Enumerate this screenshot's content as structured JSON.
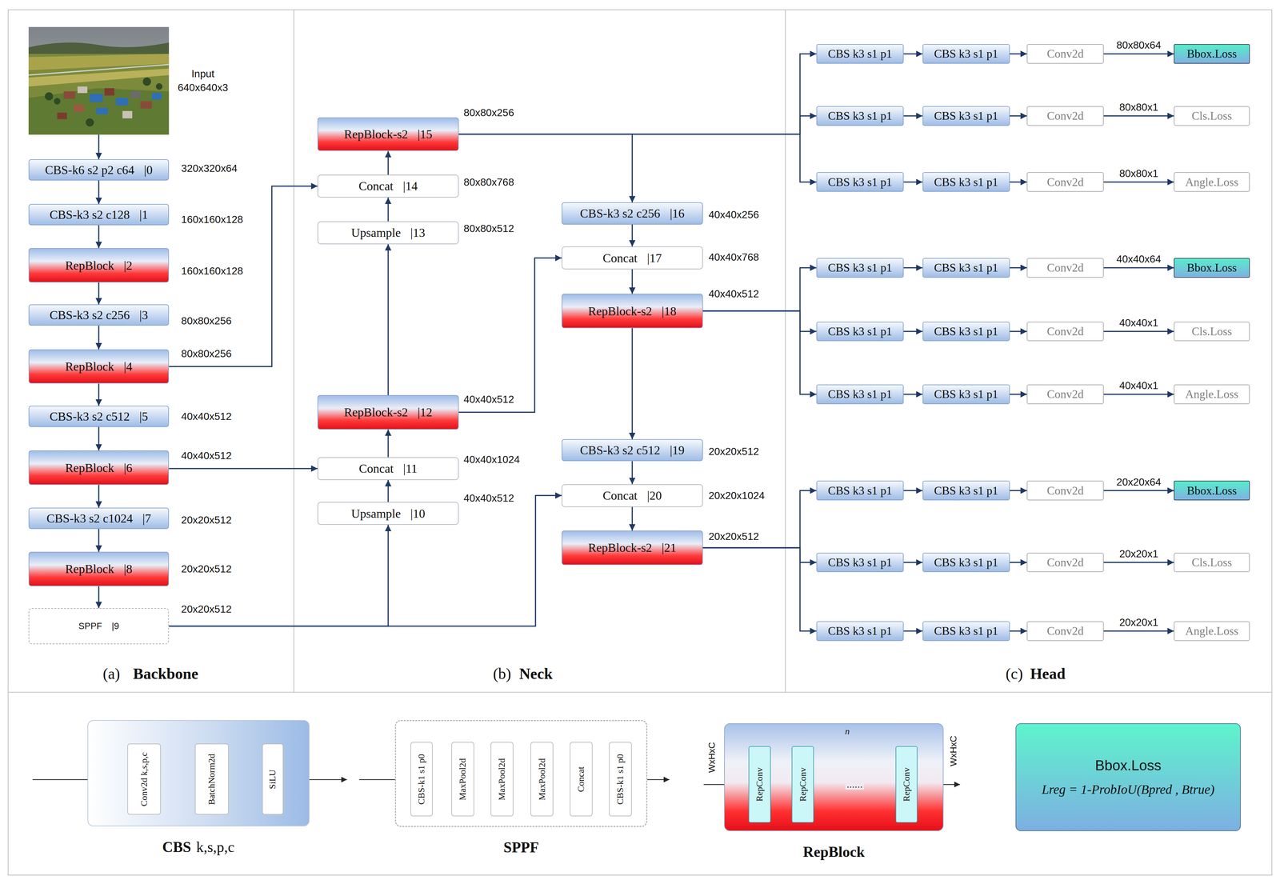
{
  "diagram": {
    "nodes": [
      {
        "text": [
          "Input 640x640x3"
        ]
      },
      {
        "text": [
          "CBS-k6 s2 p2 c64",
          "|0"
        ]
      },
      {
        "text": [
          "CBS-k3 s2 c128",
          "|1"
        ]
      },
      {
        "text": [
          "RepBlock",
          "|2"
        ]
      },
      {
        "text": [
          "CBS-k3 s2 c256",
          "|3"
        ]
      },
      {
        "text": [
          "RepBlock",
          "|4"
        ]
      },
      {
        "text": [
          "CBS-k3 s2 c512",
          "|5"
        ]
      },
      {
        "text": [
          "RepBlock",
          "|6"
        ]
      },
      {
        "text": [
          "CBS-k3 s2 c1024",
          "|7"
        ]
      },
      {
        "text": [
          "RepBlock",
          "|8"
        ]
      },
      {
        "text": [
          "SPPF",
          "|9"
        ]
      },
      {
        "text": [
          "Upsample",
          "|10"
        ]
      },
      {
        "text": [
          "Concat",
          "|11"
        ]
      },
      {
        "text": [
          "RepBlock-s2",
          "|12"
        ]
      },
      {
        "text": [
          "Upsample",
          "|13"
        ]
      },
      {
        "text": [
          "Concat",
          "|14"
        ]
      },
      {
        "text": [
          "RepBlock-s2",
          "|15"
        ]
      },
      {
        "text": [
          "CBS-k3 s2 c256",
          "|16"
        ]
      },
      {
        "text": [
          "Concat",
          "|17"
        ]
      },
      {
        "text": [
          "RepBlock-s2",
          "|18"
        ]
      },
      {
        "text": [
          "CBS-k3 s2 c512",
          "|19"
        ]
      },
      {
        "text": [
          "Concat",
          "|20"
        ]
      },
      {
        "text": [
          "RepBlock-s2",
          "|21"
        ]
      },
      {
        "text": [
          "CBS k3 s1 p1"
        ]
      },
      {
        "text": [
          "CBS k3 s1 p1"
        ]
      },
      {
        "text": [
          "Conv2d"
        ]
      },
      {
        "text": [
          "Bbox.Loss"
        ]
      },
      {
        "text": [
          "CBS k3 s1 p1"
        ]
      },
      {
        "text": [
          "CBS k3 s1 p1"
        ]
      },
      {
        "text": [
          "Conv2d"
        ]
      },
      {
        "text": [
          "Cls.Loss"
        ]
      },
      {
        "text": [
          "CBS k3 s1 p1"
        ]
      },
      {
        "text": [
          "CBS k3 s1 p1"
        ]
      },
      {
        "text": [
          "Conv2d"
        ]
      },
      {
        "text": [
          "Angle.Loss"
        ]
      },
      {
        "text": [
          "CBS k3 s1 p1"
        ]
      },
      {
        "text": [
          "CBS k3 s1 p1"
        ]
      },
      {
        "text": [
          "Conv2d"
        ]
      },
      {
        "text": [
          "Bbox.Loss"
        ]
      },
      {
        "text": [
          "CBS k3 s1 p1"
        ]
      },
      {
        "text": [
          "CBS k3 s1 p1"
        ]
      },
      {
        "text": [
          "Conv2d"
        ]
      },
      {
        "text": [
          "Cls.Loss"
        ]
      },
      {
        "text": [
          "CBS k3 s1 p1"
        ]
      },
      {
        "text": [
          "CBS k3 s1 p1"
        ]
      },
      {
        "text": [
          "Conv2d"
        ]
      },
      {
        "text": [
          "Angle.Loss"
        ]
      },
      {
        "text": [
          "CBS k3 s1 p1"
        ]
      },
      {
        "text": [
          "CBS k3 s1 p1"
        ]
      },
      {
        "text": [
          "Conv2d"
        ]
      },
      {
        "text": [
          "Bbox.Loss"
        ]
      },
      {
        "text": [
          "CBS k3 s1 p1"
        ]
      },
      {
        "text": [
          "CBS k3 s1 p1"
        ]
      },
      {
        "text": [
          "Conv2d"
        ]
      },
      {
        "text": [
          "Cls.Loss"
        ]
      },
      {
        "text": [
          "CBS k3 s1 p1"
        ]
      },
      {
        "text": [
          "CBS k3 s1 p1"
        ]
      },
      {
        "text": [
          "Conv2d"
        ]
      },
      {
        "text": [
          "Angle.Loss"
        ]
      },
      {
        "text": [
          "CBS",
          "k,s,p,c"
        ]
      },
      {
        "text": [
          "Conv2d k,s,p,c"
        ],
        "in": 59
      },
      {
        "text": [
          "BatchNorm2d"
        ],
        "in": 59
      },
      {
        "text": [
          "SiLU"
        ],
        "in": 59
      },
      {
        "text": [
          "SPPF"
        ]
      },
      {
        "text": [
          "CBS-k1 s1 p0"
        ],
        "in": 63
      },
      {
        "text": [
          "MaxPool2d"
        ],
        "in": 63
      },
      {
        "text": [
          "MaxPool2d"
        ],
        "in": 63
      },
      {
        "text": [
          "MaxPool2d"
        ],
        "in": 63
      },
      {
        "text": [
          "Concat"
        ],
        "in": 63
      },
      {
        "text": [
          "CBS-k1 s1 p0"
        ],
        "in": 63
      },
      {
        "text": [
          "RepBlock"
        ]
      },
      {
        "text": [
          "RepConv"
        ],
        "in": 70
      },
      {
        "text": [
          "RepConv"
        ],
        "in": 70
      },
      {
        "text": [
          "RepConv"
        ],
        "in": 70
      },
      {
        "text": [
          "Bbox.Loss",
          "Lreg = 1-ProbIoU(Bpred , Btrue)"
        ]
      }
    ],
    "edges": [
      {
        "from": 0,
        "to": 1,
        "arrow": "to"
      },
      {
        "from": 1,
        "to": 2,
        "arrow": "to"
      },
      {
        "from": 2,
        "to": 3,
        "arrow": "to"
      },
      {
        "from": 3,
        "to": 4,
        "arrow": "to"
      },
      {
        "from": 4,
        "to": 5,
        "arrow": "to"
      },
      {
        "from": 5,
        "to": 6,
        "arrow": "to"
      },
      {
        "from": 6,
        "to": 7,
        "arrow": "to"
      },
      {
        "from": 7,
        "to": 8,
        "arrow": "to"
      },
      {
        "from": 8,
        "to": 9,
        "arrow": "to"
      },
      {
        "from": 9,
        "to": 10,
        "arrow": "to"
      },
      {
        "from": 5,
        "to": 15,
        "arrow": "to"
      },
      {
        "from": 7,
        "to": 12,
        "arrow": "to"
      },
      {
        "from": 10,
        "to": 11,
        "arrow": "to"
      },
      {
        "from": 10,
        "to": 21,
        "arrow": "to"
      },
      {
        "from": 11,
        "to": 12,
        "arrow": "to"
      },
      {
        "from": 12,
        "to": 13,
        "arrow": "to"
      },
      {
        "from": 13,
        "to": 14,
        "arrow": "to"
      },
      {
        "from": 14,
        "to": 15,
        "arrow": "to"
      },
      {
        "from": 15,
        "to": 16,
        "arrow": "to"
      },
      {
        "from": 13,
        "to": 18,
        "arrow": "to"
      },
      {
        "from": 16,
        "to": 17,
        "arrow": "to"
      },
      {
        "from": 16,
        "to": 23,
        "arrow": "to"
      },
      {
        "from": 16,
        "to": 27,
        "arrow": "to"
      },
      {
        "from": 16,
        "to": 31,
        "arrow": "to"
      },
      {
        "from": 17,
        "to": 18,
        "arrow": "to"
      },
      {
        "from": 18,
        "to": 19,
        "arrow": "to"
      },
      {
        "from": 19,
        "to": 20,
        "arrow": "to"
      },
      {
        "from": 19,
        "to": 35,
        "arrow": "to"
      },
      {
        "from": 19,
        "to": 39,
        "arrow": "to"
      },
      {
        "from": 19,
        "to": 43,
        "arrow": "to"
      },
      {
        "from": 20,
        "to": 21,
        "arrow": "to"
      },
      {
        "from": 21,
        "to": 22,
        "arrow": "to"
      },
      {
        "from": 22,
        "to": 47,
        "arrow": "to"
      },
      {
        "from": 22,
        "to": 51,
        "arrow": "to"
      },
      {
        "from": 22,
        "to": 55,
        "arrow": "to"
      },
      {
        "from": 23,
        "to": 24,
        "arrow": "to"
      },
      {
        "from": 24,
        "to": 25,
        "arrow": "to"
      },
      {
        "from": 25,
        "to": 26,
        "label": "80x80x64",
        "arrow": "to"
      },
      {
        "from": 27,
        "to": 28,
        "arrow": "to"
      },
      {
        "from": 28,
        "to": 29,
        "arrow": "to"
      },
      {
        "from": 29,
        "to": 30,
        "label": "80x80x1",
        "arrow": "to"
      },
      {
        "from": 31,
        "to": 32,
        "arrow": "to"
      },
      {
        "from": 32,
        "to": 33,
        "arrow": "to"
      },
      {
        "from": 33,
        "to": 34,
        "label": "80x80x1",
        "arrow": "to"
      },
      {
        "from": 35,
        "to": 36,
        "arrow": "to"
      },
      {
        "from": 36,
        "to": 37,
        "arrow": "to"
      },
      {
        "from": 37,
        "to": 38,
        "label": "40x40x64",
        "arrow": "to"
      },
      {
        "from": 39,
        "to": 40,
        "arrow": "to"
      },
      {
        "from": 40,
        "to": 41,
        "arrow": "to"
      },
      {
        "from": 41,
        "to": 42,
        "label": "40x40x1",
        "arrow": "to"
      },
      {
        "from": 43,
        "to": 44,
        "arrow": "to"
      },
      {
        "from": 44,
        "to": 45,
        "arrow": "to"
      },
      {
        "from": 45,
        "to": 46,
        "label": "40x40x1",
        "arrow": "to"
      },
      {
        "from": 47,
        "to": 48,
        "arrow": "to"
      },
      {
        "from": 48,
        "to": 49,
        "arrow": "to"
      },
      {
        "from": 49,
        "to": 50,
        "label": "20x20x64",
        "arrow": "to"
      },
      {
        "from": 51,
        "to": 52,
        "arrow": "to"
      },
      {
        "from": 52,
        "to": 53,
        "arrow": "to"
      },
      {
        "from": 53,
        "to": 54,
        "label": "20x20x1",
        "arrow": "to"
      },
      {
        "from": 55,
        "to": 56,
        "arrow": "to"
      },
      {
        "from": 56,
        "to": 57,
        "arrow": "to"
      },
      {
        "from": 57,
        "to": 58,
        "label": "20x20x1",
        "arrow": "to"
      },
      {
        "from": 60,
        "to": 61,
        "arrow": "to"
      },
      {
        "from": 61,
        "to": 62,
        "arrow": "to"
      },
      {
        "from": 64,
        "to": 65,
        "arrow": "to"
      },
      {
        "from": 65,
        "to": 66,
        "arrow": "to"
      },
      {
        "from": 66,
        "to": 67,
        "arrow": "to"
      },
      {
        "from": 67,
        "to": 68,
        "arrow": "to"
      },
      {
        "from": 68,
        "to": 69,
        "arrow": "to"
      },
      {
        "from": 64,
        "to": 68,
        "arrow": "to"
      },
      {
        "from": 65,
        "to": 68,
        "arrow": "to"
      },
      {
        "from": 66,
        "to": 68,
        "arrow": "to"
      },
      {
        "from": 71,
        "to": 72,
        "arrow": "to"
      },
      {
        "from": 72,
        "to": 73,
        "label": "......",
        "arrow": "to"
      }
    ],
    "labels": [
      "320x320x64",
      "160x160x128",
      "160x160x128",
      "80x80x256",
      "80x80x256",
      "40x40x512",
      "40x40x512",
      "20x20x512",
      "20x20x512",
      "20x20x512",
      "80x80x256",
      "80x80x768",
      "80x80x512",
      "40x40x512",
      "40x40x1024",
      "40x40x512",
      "40x40x256",
      "40x40x768",
      "40x40x512",
      "20x20x512",
      "20x20x1024",
      "20x20x512",
      "(a)",
      "Backbone",
      "(b)",
      "Neck",
      "(c)",
      "Head",
      "WxHxC",
      "WxHxC",
      "n"
    ]
  }
}
